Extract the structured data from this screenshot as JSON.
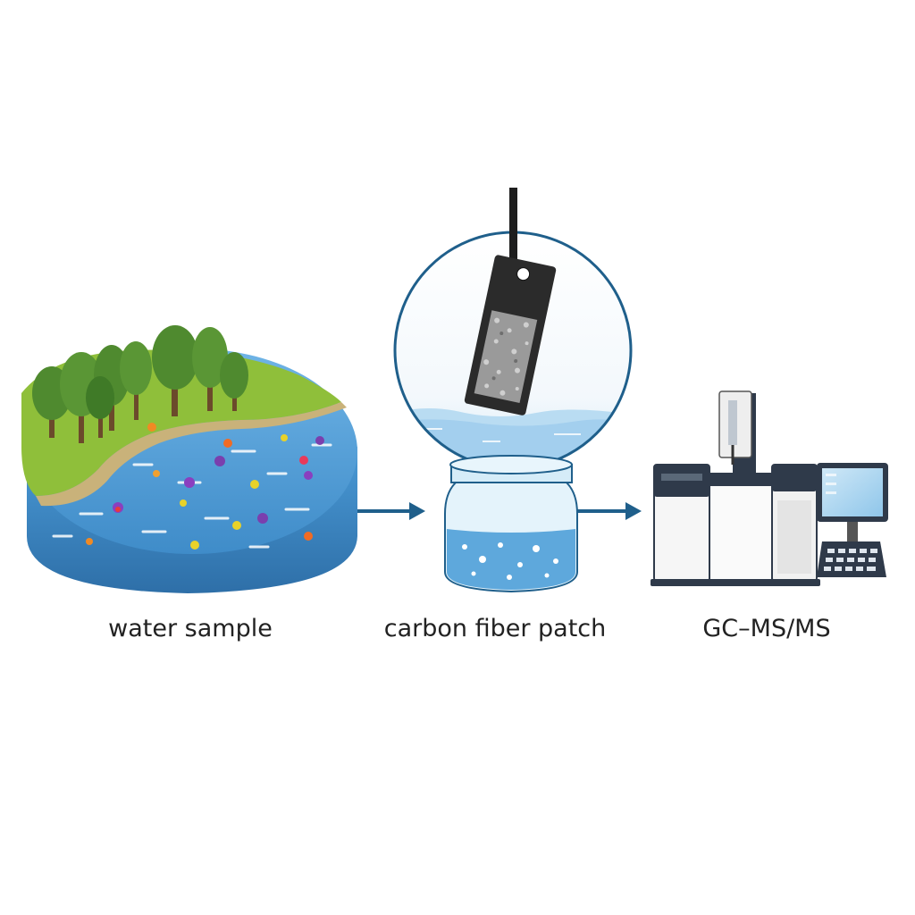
{
  "diagram": {
    "steps": [
      {
        "id": "water",
        "label": "water sample",
        "icon": "lake-island-icon"
      },
      {
        "id": "patch",
        "label": "carbon fiber patch",
        "icon": "carbon-fiber-patch-in-vial-icon"
      },
      {
        "id": "gcms",
        "label": "GC–MS/MS",
        "icon": "gc-ms-instrument-icon"
      }
    ],
    "colors": {
      "water": "#4a9ad6",
      "water_dark": "#2e6fa8",
      "grass": "#8fbf3a",
      "tree": "#4f8a2f",
      "arrow": "#1f5f8b",
      "patch": "#2b2b2b",
      "instrument_frame": "#2f3a4a"
    }
  }
}
